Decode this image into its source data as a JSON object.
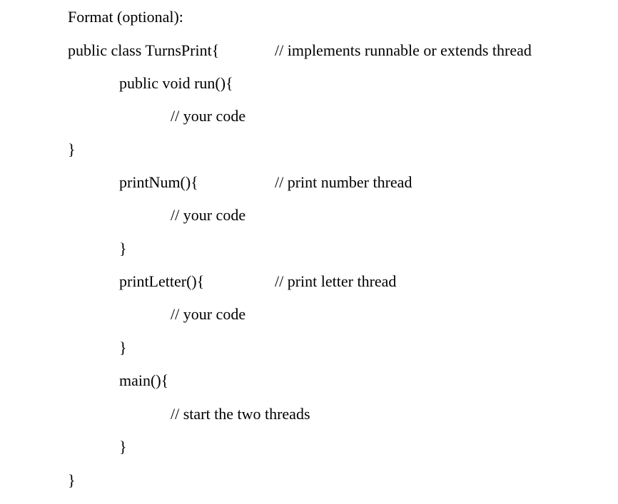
{
  "document": {
    "heading": "Format (optional):",
    "lines": {
      "class_decl": "public class TurnsPrint{",
      "class_comment": "// implements runnable or extends thread",
      "run_decl": "public void run(){",
      "run_body": "// your code",
      "run_close": "}",
      "printnum_decl": "printNum(){",
      "printnum_comment": "// print number thread",
      "printnum_body": "// your code",
      "printnum_close": "}",
      "printletter_decl": "printLetter(){",
      "printletter_comment": "// print letter thread",
      "printletter_body": "// your code",
      "printletter_close": "}",
      "main_decl": "main(){",
      "main_body": "// start the two threads",
      "main_close": "}",
      "class_close": "}"
    }
  }
}
